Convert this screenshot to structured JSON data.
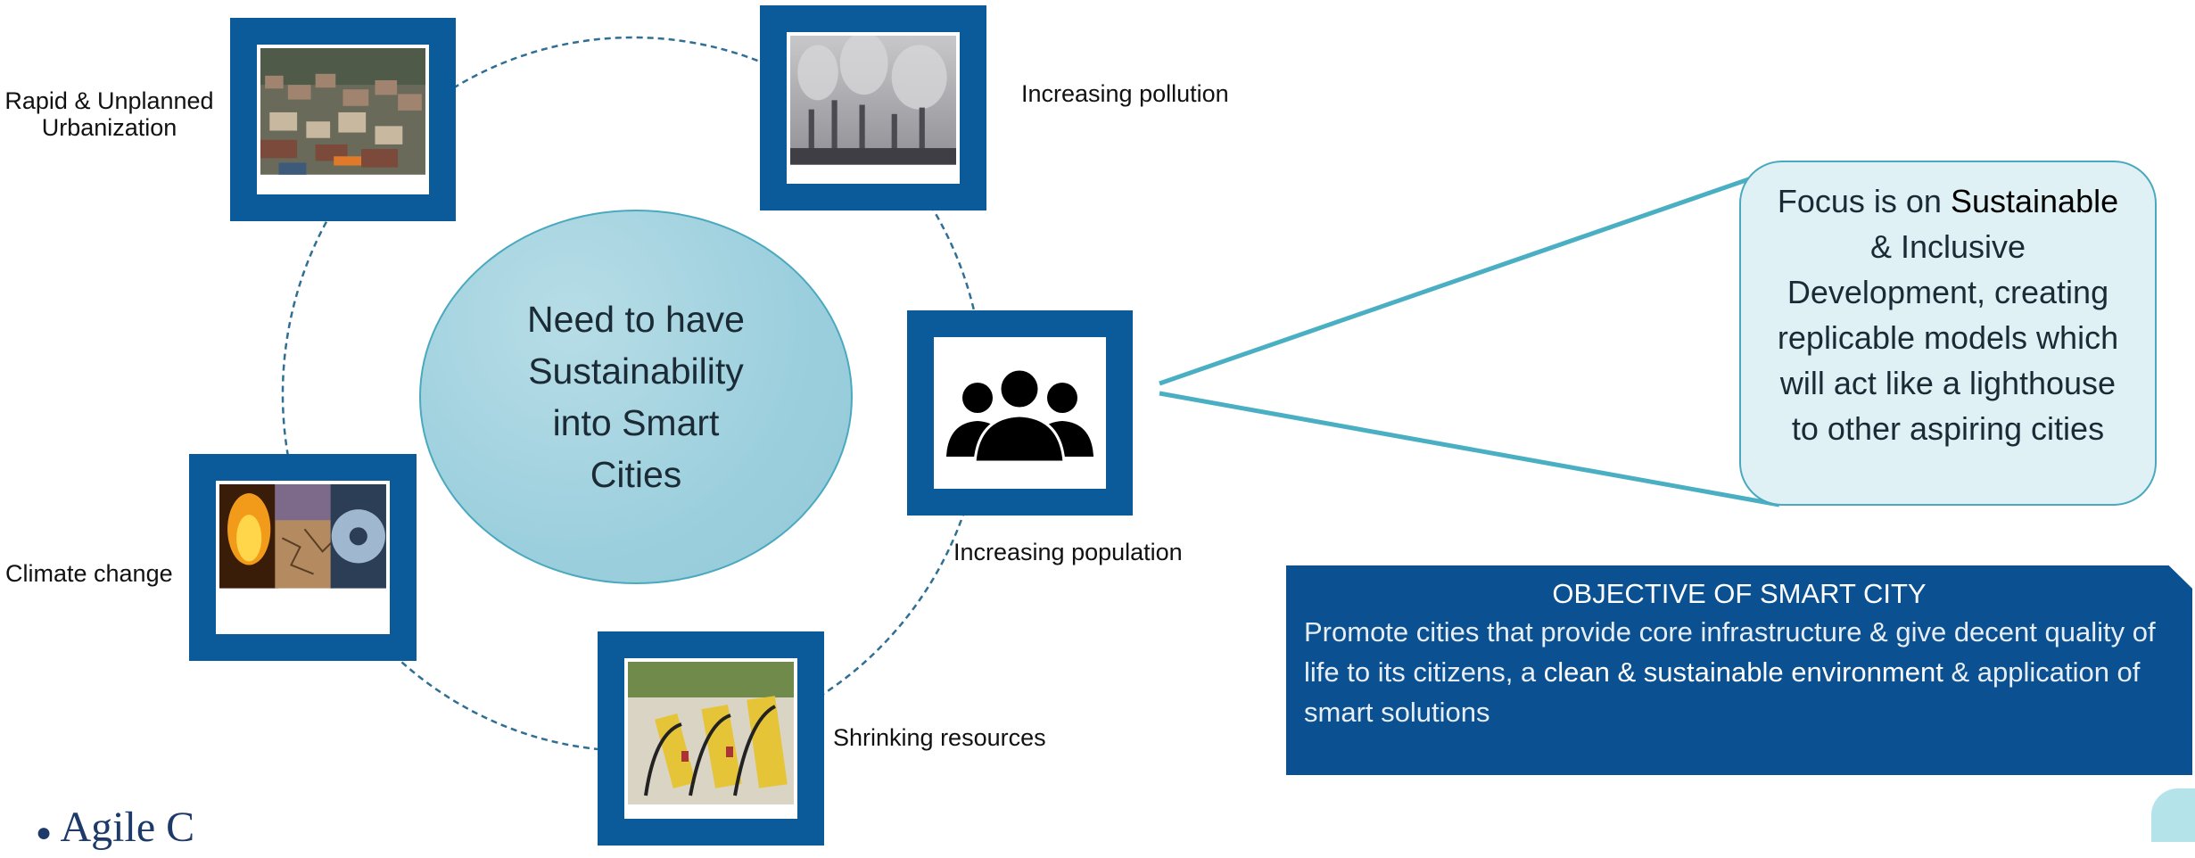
{
  "colors": {
    "frame": "#0b5b9a",
    "circle": "#2f6f94",
    "accent_line": "#4aafc3",
    "objective_bg": "#0b5091"
  },
  "center": {
    "text": "Need to have Sustainability into Smart Cities"
  },
  "items": [
    {
      "label_lines": [
        "Rapid & Unplanned",
        "Urbanization"
      ],
      "icon": "urban-slum-photo"
    },
    {
      "label_lines": [
        "Increasing pollution"
      ],
      "icon": "pollution-smokestacks-photo"
    },
    {
      "label_lines": [
        "Increasing population"
      ],
      "icon": "people-group-icon"
    },
    {
      "label_lines": [
        "Shrinking resources"
      ],
      "icon": "fuel-pumps-photo"
    },
    {
      "label_lines": [
        "Climate change"
      ],
      "icon": "climate-collage-photo"
    }
  ],
  "focus": {
    "pre": "Focus is on ",
    "strong": "Sustainable",
    "post": " & Inclusive Development, creating replicable models which will act like a lighthouse to other aspiring cities"
  },
  "objective": {
    "title": "OBJECTIVE OF SMART CITY",
    "body_pre": "Promote cities that provide core infrastructure & give decent quality of life to its citizens, a ",
    "body_highlight": "clean & sustainable environment",
    "body_post": " & application of smart solutions"
  },
  "logo": {
    "text": "Agile C"
  }
}
